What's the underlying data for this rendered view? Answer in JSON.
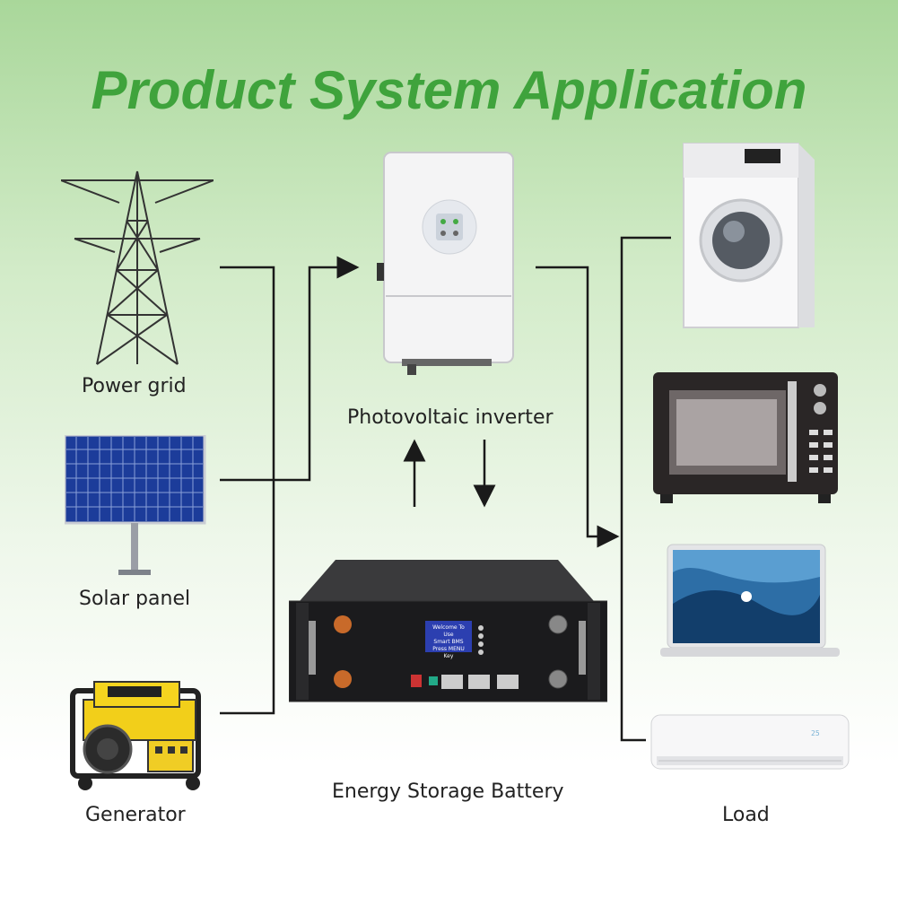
{
  "title": "Product System Application",
  "labels": {
    "power_grid": "Power grid",
    "solar_panel": "Solar panel",
    "generator": "Generator",
    "inverter": "Photovoltaic inverter",
    "battery": "Energy Storage Battery",
    "load": "Load"
  },
  "battery_screen": {
    "line1": "Welcome To Use",
    "line2": "Smart BMS",
    "line3": "Press MENU Key"
  },
  "ac_display": "25",
  "colors": {
    "title": "#3fa33c",
    "lines": "#1a1a1a",
    "label_text": "#222222"
  }
}
